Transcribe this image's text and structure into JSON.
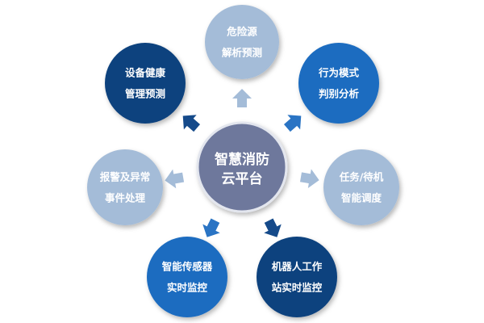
{
  "center": {
    "lines": [
      "智慧消防",
      "云平台"
    ],
    "color": "#6e789c",
    "border": "#e3e6ee"
  },
  "nodes": [
    {
      "id": "hazard-analysis",
      "lines": [
        "危险源",
        "解析预测"
      ],
      "color": "#a4bcd8",
      "arrow": "#a4bcd8"
    },
    {
      "id": "behavior-analysis",
      "lines": [
        "行为模式",
        "判别分析"
      ],
      "color": "#1c6cc0",
      "arrow": "#2a74c4"
    },
    {
      "id": "task-scheduling",
      "lines": [
        "任务/待机",
        "智能调度"
      ],
      "color": "#a4bcd8",
      "arrow": "#a4bcd8"
    },
    {
      "id": "robot-monitoring",
      "lines": [
        "机器人工作",
        "站实时监控"
      ],
      "color": "#10437e",
      "arrow": "#154a8a"
    },
    {
      "id": "sensor-monitoring",
      "lines": [
        "智能传感器",
        "实时监控"
      ],
      "color": "#1c6cc0",
      "arrow": "#2a74c4"
    },
    {
      "id": "alarm-handling",
      "lines": [
        "报警及异常",
        "事件处理"
      ],
      "color": "#a4bcd8",
      "arrow": "#a4bcd8"
    },
    {
      "id": "equipment-health",
      "lines": [
        "设备健康",
        "管理预测"
      ],
      "color": "#10437e",
      "arrow": "#154a8a"
    }
  ]
}
